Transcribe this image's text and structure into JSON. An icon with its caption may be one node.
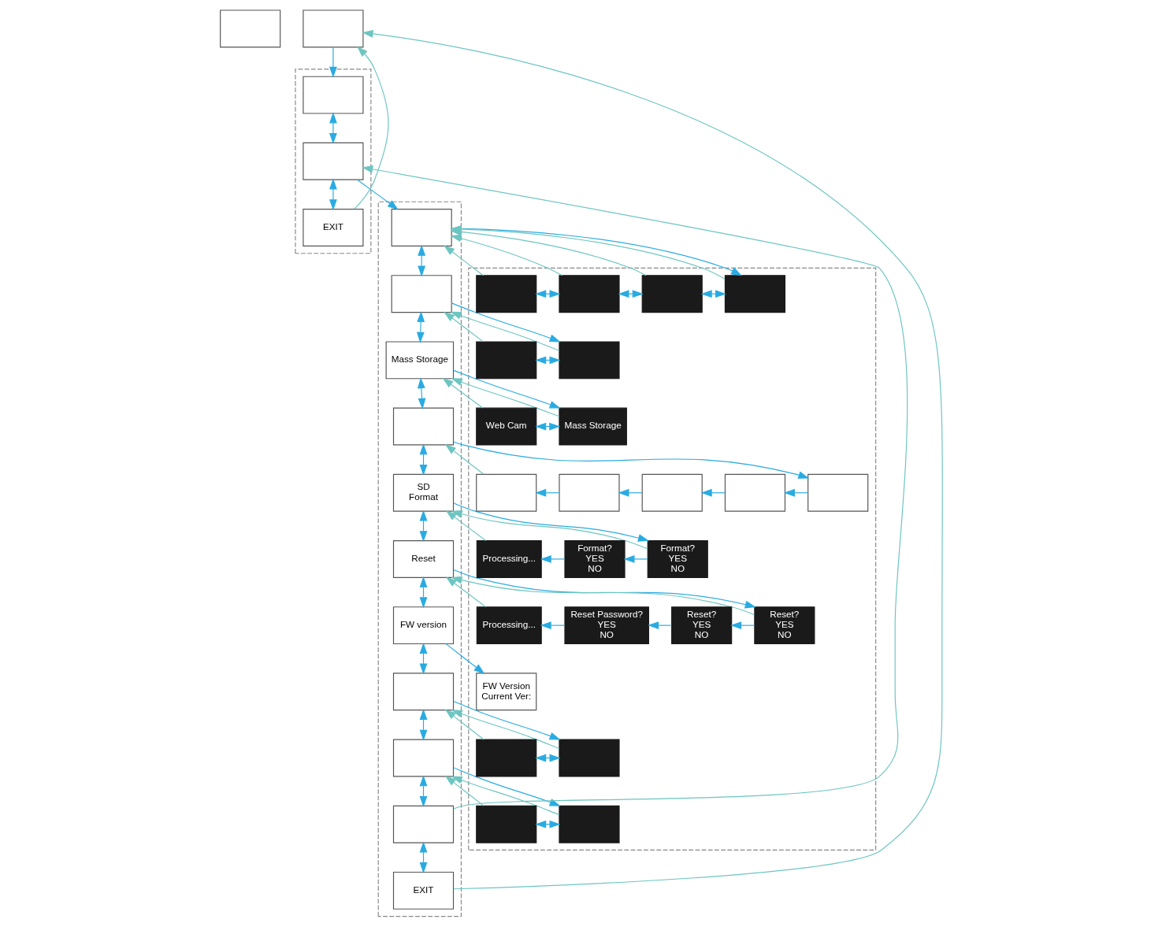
{
  "diagram": {
    "nodes": [
      {
        "text": [],
        "shape": "box"
      },
      {
        "text": [],
        "shape": "box"
      },
      {
        "text": [],
        "shape": "box"
      },
      {
        "text": [],
        "shape": "box",
        "in": 2
      },
      {
        "text": [],
        "shape": "box",
        "in": 2
      },
      {
        "text": [
          "EXIT"
        ],
        "in": 2
      },
      {
        "text": [],
        "shape": "box"
      },
      {
        "text": [],
        "shape": "box",
        "in": 6
      },
      {
        "text": [],
        "shape": "box",
        "in": 6
      },
      {
        "text": [
          "Mass Storage"
        ],
        "in": 6
      },
      {
        "text": [],
        "shape": "box",
        "in": 6
      },
      {
        "text": [
          "SD",
          "Format"
        ],
        "in": 6
      },
      {
        "text": [
          "Reset"
        ],
        "in": 6
      },
      {
        "text": [
          "FW version"
        ],
        "in": 6
      },
      {
        "text": [],
        "shape": "box",
        "in": 6
      },
      {
        "text": [],
        "shape": "box",
        "in": 6
      },
      {
        "text": [],
        "shape": "box",
        "in": 6
      },
      {
        "text": [
          "EXIT"
        ],
        "in": 6
      },
      {
        "text": [],
        "shape": "box"
      },
      {
        "text": [],
        "shape": "box",
        "in": 18
      },
      {
        "text": [],
        "shape": "box",
        "in": 18
      },
      {
        "text": [],
        "shape": "box",
        "in": 18
      },
      {
        "text": [],
        "shape": "box",
        "in": 18
      },
      {
        "text": [],
        "shape": "box",
        "in": 18
      },
      {
        "text": [],
        "shape": "box",
        "in": 18
      },
      {
        "text": [
          "Mass Storage"
        ],
        "in": 18
      },
      {
        "text": [
          "Web Cam"
        ],
        "in": 18
      },
      {
        "text": [],
        "shape": "box",
        "in": 18
      },
      {
        "text": [],
        "shape": "box",
        "in": 18
      },
      {
        "text": [],
        "shape": "box",
        "in": 18
      },
      {
        "text": [],
        "shape": "box",
        "in": 18
      },
      {
        "text": [],
        "shape": "box",
        "in": 18
      },
      {
        "text": [
          "Format?",
          "YES",
          "NO"
        ],
        "in": 18
      },
      {
        "text": [
          "Format?",
          "YES",
          "NO"
        ],
        "in": 18
      },
      {
        "text": [
          "Processing..."
        ],
        "in": 18
      },
      {
        "text": [
          "Reset?",
          "YES",
          "NO"
        ],
        "in": 18
      },
      {
        "text": [
          "Reset?",
          "YES",
          "NO"
        ],
        "in": 18
      },
      {
        "text": [
          "Reset Password?",
          "YES",
          "NO"
        ],
        "in": 18
      },
      {
        "text": [
          "Processing..."
        ],
        "in": 18
      },
      {
        "text": [
          "FW Version",
          "Current Ver:"
        ],
        "in": 18
      },
      {
        "text": [],
        "shape": "box",
        "in": 18
      },
      {
        "text": [],
        "shape": "box",
        "in": 18
      },
      {
        "text": [],
        "shape": "box",
        "in": 18
      },
      {
        "text": [],
        "shape": "box",
        "in": 18
      }
    ],
    "edges": [
      {
        "from": 1,
        "to": 3,
        "arrow": "to"
      },
      {
        "from": 3,
        "to": 4,
        "arrow": "both"
      },
      {
        "from": 4,
        "to": 5,
        "arrow": "both"
      },
      {
        "from": 4,
        "to": 7,
        "arrow": "to"
      },
      {
        "from": 5,
        "to": 1,
        "arrow": "to",
        "color": "#6cc5c0"
      },
      {
        "from": 16,
        "to": 4,
        "arrow": "to",
        "color": "#6cc5c0"
      },
      {
        "from": 17,
        "to": 1,
        "arrow": "to",
        "color": "#6cc5c0"
      },
      {
        "from": 7,
        "to": 8,
        "arrow": "both"
      },
      {
        "from": 8,
        "to": 9,
        "arrow": "both"
      },
      {
        "from": 9,
        "to": 10,
        "arrow": "both"
      },
      {
        "from": 10,
        "to": 11,
        "arrow": "both"
      },
      {
        "from": 11,
        "to": 12,
        "arrow": "both"
      },
      {
        "from": 12,
        "to": 13,
        "arrow": "both"
      },
      {
        "from": 13,
        "to": 14,
        "arrow": "both"
      },
      {
        "from": 14,
        "to": 15,
        "arrow": "both"
      },
      {
        "from": 15,
        "to": 16,
        "arrow": "both"
      },
      {
        "from": 16,
        "to": 17,
        "arrow": "both"
      },
      {
        "from": 7,
        "to": 19,
        "arrow": "to"
      },
      {
        "from": 19,
        "to": 20,
        "arrow": "both"
      },
      {
        "from": 20,
        "to": 21,
        "arrow": "both"
      },
      {
        "from": 21,
        "to": 22,
        "arrow": "both"
      },
      {
        "from": 19,
        "to": 7,
        "arrow": "to",
        "color": "#6cc5c0"
      },
      {
        "from": 20,
        "to": 7,
        "arrow": "to",
        "color": "#6cc5c0"
      },
      {
        "from": 21,
        "to": 7,
        "arrow": "to",
        "color": "#6cc5c0"
      },
      {
        "from": 22,
        "to": 7,
        "arrow": "to",
        "color": "#6cc5c0"
      },
      {
        "from": 8,
        "to": 23,
        "arrow": "to"
      },
      {
        "from": 23,
        "to": 24,
        "arrow": "both"
      },
      {
        "from": 23,
        "to": 8,
        "arrow": "to",
        "color": "#6cc5c0"
      },
      {
        "from": 24,
        "to": 8,
        "arrow": "to",
        "color": "#6cc5c0"
      },
      {
        "from": 9,
        "to": 25,
        "arrow": "to"
      },
      {
        "from": 25,
        "to": 26,
        "arrow": "both"
      },
      {
        "from": 25,
        "to": 9,
        "arrow": "to",
        "color": "#6cc5c0"
      },
      {
        "from": 26,
        "to": 9,
        "arrow": "to",
        "color": "#6cc5c0"
      },
      {
        "from": 10,
        "to": 27,
        "arrow": "to"
      },
      {
        "from": 27,
        "to": 28,
        "arrow": "to"
      },
      {
        "from": 28,
        "to": 29,
        "arrow": "to"
      },
      {
        "from": 29,
        "to": 30,
        "arrow": "to"
      },
      {
        "from": 30,
        "to": 31,
        "arrow": "to"
      },
      {
        "from": 31,
        "to": 10,
        "arrow": "to",
        "color": "#6cc5c0"
      },
      {
        "from": 11,
        "to": 32,
        "arrow": "to"
      },
      {
        "from": 32,
        "to": 33,
        "arrow": "to"
      },
      {
        "from": 33,
        "to": 34,
        "arrow": "to"
      },
      {
        "from": 32,
        "to": 11,
        "arrow": "to",
        "color": "#6cc5c0"
      },
      {
        "from": 34,
        "to": 11,
        "arrow": "to",
        "color": "#6cc5c0"
      },
      {
        "from": 12,
        "to": 35,
        "arrow": "to"
      },
      {
        "from": 35,
        "to": 36,
        "arrow": "to"
      },
      {
        "from": 36,
        "to": 37,
        "arrow": "to"
      },
      {
        "from": 37,
        "to": 38,
        "arrow": "to"
      },
      {
        "from": 35,
        "to": 12,
        "arrow": "to",
        "color": "#6cc5c0"
      },
      {
        "from": 38,
        "to": 12,
        "arrow": "to",
        "color": "#6cc5c0"
      },
      {
        "from": 13,
        "to": 39,
        "arrow": "to"
      },
      {
        "from": 14,
        "to": 40,
        "arrow": "to"
      },
      {
        "from": 40,
        "to": 41,
        "arrow": "both"
      },
      {
        "from": 40,
        "to": 14,
        "arrow": "to",
        "color": "#6cc5c0"
      },
      {
        "from": 41,
        "to": 14,
        "arrow": "to",
        "color": "#6cc5c0"
      },
      {
        "from": 15,
        "to": 42,
        "arrow": "to"
      },
      {
        "from": 42,
        "to": 43,
        "arrow": "both"
      },
      {
        "from": 42,
        "to": 15,
        "arrow": "to",
        "color": "#6cc5c0"
      },
      {
        "from": 43,
        "to": 15,
        "arrow": "to",
        "color": "#6cc5c0"
      }
    ]
  }
}
